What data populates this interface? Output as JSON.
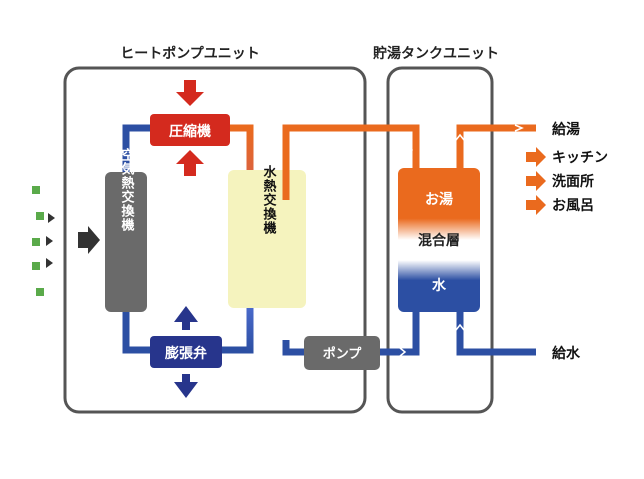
{
  "units": {
    "heat_pump": "ヒートポンプユニット",
    "tank": "貯湯タンクユニット"
  },
  "components": {
    "compressor": "圧縮機",
    "expansion_valve": "膨張弁",
    "air_hx": "空気熱交換機",
    "water_hx": "水熱交換機",
    "pump": "ポンプ"
  },
  "tank": {
    "hot": "お湯",
    "mix": "混合層",
    "water": "水"
  },
  "outputs": {
    "hot_supply": "給湯",
    "destinations": [
      "キッチン",
      "洗面所",
      "お風呂"
    ],
    "water_supply": "給水"
  },
  "colors": {
    "refrigerant": "#2c4fa3",
    "hot_pipe": "#ea6a1e",
    "compressor": "#d42a1e",
    "valve": "#27358c",
    "gray_box": "#6a6a6a",
    "water_hx_bg": "#f5f3be",
    "air_dots": "#5aaa4a",
    "unit_border": "#555555"
  }
}
